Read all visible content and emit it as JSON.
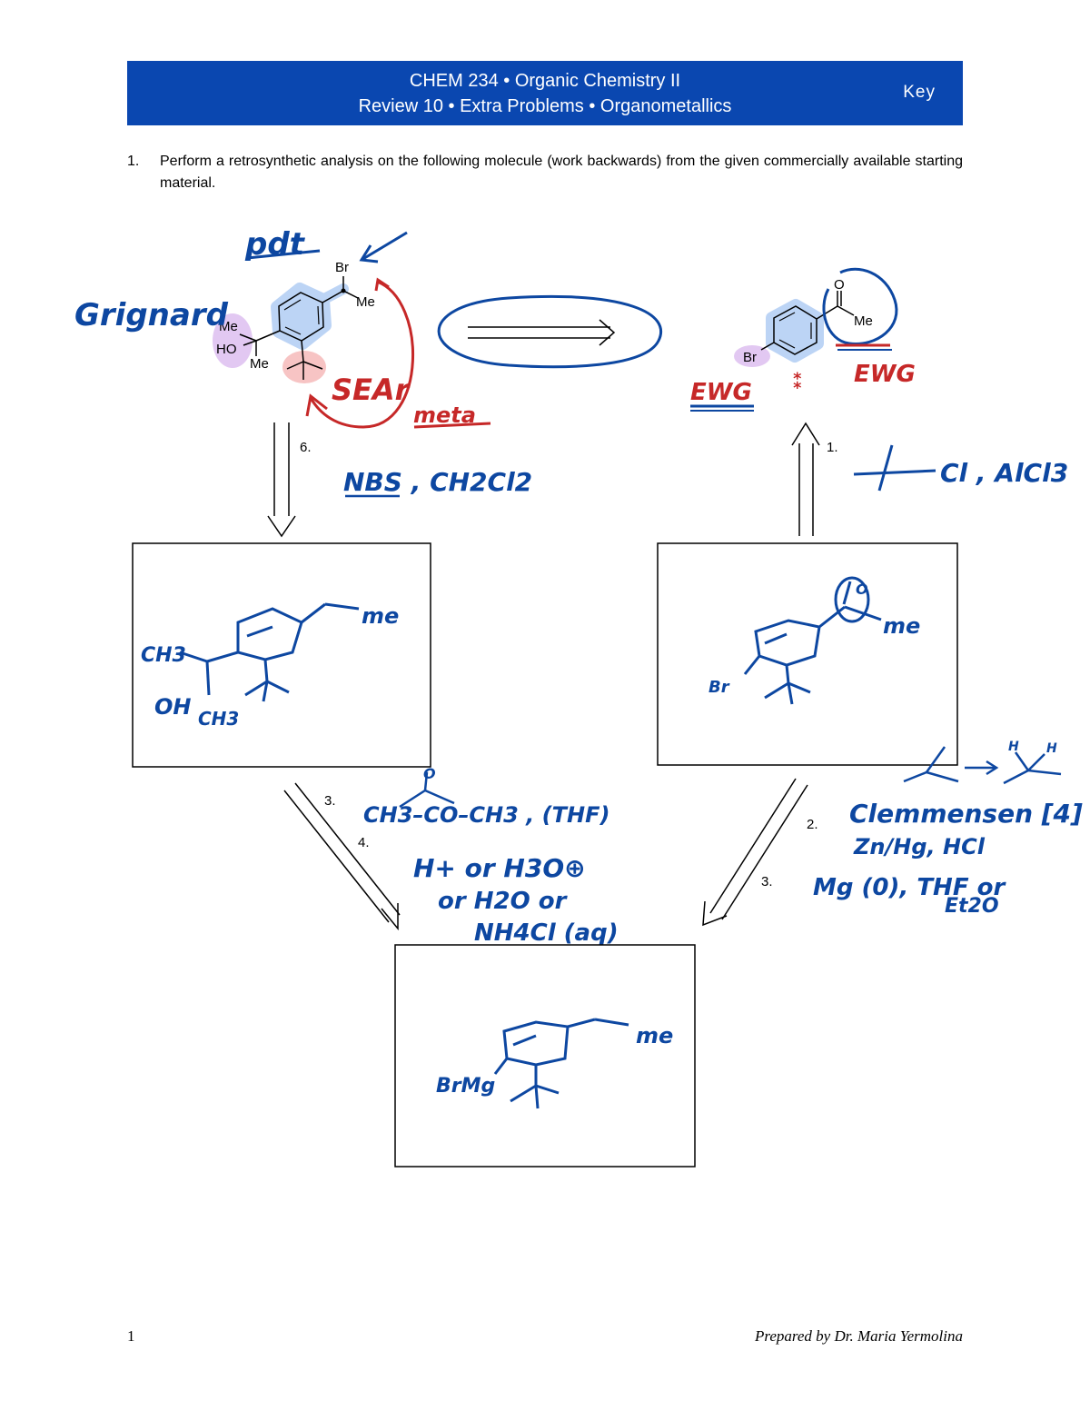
{
  "header": {
    "line1": "CHEM 234 • Organic Chemistry II",
    "line2": "Review 10 • Extra Problems • Organometallics",
    "key_label": "Key"
  },
  "question": {
    "number": "1.",
    "text": "Perform a retrosynthetic analysis on the following molecule (work backwards) from the given commercially available starting material."
  },
  "structures": {
    "product": {
      "br": "Br",
      "me_top": "Me",
      "me_left": "Me",
      "ho": "HO",
      "me_bottom": "Me"
    },
    "starting_material": {
      "o": "O",
      "me": "Me",
      "br": "Br"
    }
  },
  "step_labels": {
    "s1": "1.",
    "s6": "6.",
    "s3a": "3.",
    "s4": "4.",
    "s2": "2.",
    "s3b": "3."
  },
  "handwritten": {
    "pdt": "pdt",
    "grignard": "Grignard",
    "sear": "SEAr",
    "meta": "meta",
    "ewg_left": "EWG",
    "ewg_right": "EWG",
    "step6_reagent": "NBS , CH2Cl2",
    "step1_reagent": "Cl , AlCl3",
    "step3_reagent": "CH3–CO–CH3 , (THF)",
    "step4_line1": "H+ or H3O⊕",
    "step4_line2": "or H2O or",
    "step4_line3": "NH4Cl (aq)",
    "step2_line1": "Clemmensen [4]",
    "step2_line2": "Zn/Hg, HCl",
    "step3b_line1": "Mg (0), THF or",
    "step3b_line2": "Et2O",
    "box1_me": "me",
    "box1_ch3_top": "CH3",
    "box1_oh": "OH",
    "box1_ch3_bottom": "CH3",
    "box2_o": "O",
    "box2_me": "me",
    "box2_br": "Br",
    "box3_me": "me",
    "box3_brmg": "BrMg"
  },
  "colors": {
    "banner": "#0a47b0",
    "ink_blue": "#0d47a1",
    "ink_red": "#c62828",
    "highlight_blue": "#bcd4f5",
    "highlight_purple": "#e2c8f2",
    "highlight_red": "#f7c4c4"
  },
  "footer": {
    "page_number": "1",
    "credit": "Prepared by Dr. Maria Yermolina"
  }
}
